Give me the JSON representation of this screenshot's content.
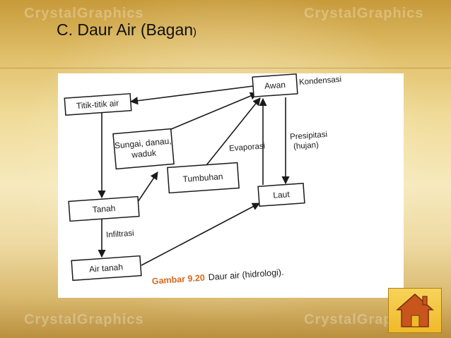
{
  "slide": {
    "title": "C. Daur Air (Bagan",
    "title_paren": ")",
    "watermark": "CrystalGraphics"
  },
  "diagram": {
    "nodes": {
      "awan": "Awan",
      "titik": "Titik-titik air",
      "sungai_line1": "Sungai, danau,",
      "sungai_line2": "waduk",
      "tumbuhan": "Tumbuhan",
      "laut": "Laut",
      "tanah": "Tanah",
      "airtanah": "Air tanah"
    },
    "labels": {
      "kondensasi": "Kondensasi",
      "evaporasi": "Evaporasi",
      "presipitasi_line1": "Presipitasi",
      "presipitasi_line2": "(hujan)",
      "infiltrasi": "Infiltrasi"
    },
    "caption": {
      "prefix": "Gambar 9.20",
      "text": "Daur air (hidrologi)."
    }
  },
  "nav": {
    "home_icon": "home-icon"
  },
  "colors": {
    "caption_accent": "#d6681e",
    "home_button": "#f0b92a",
    "home_icon": "#c8551c"
  }
}
